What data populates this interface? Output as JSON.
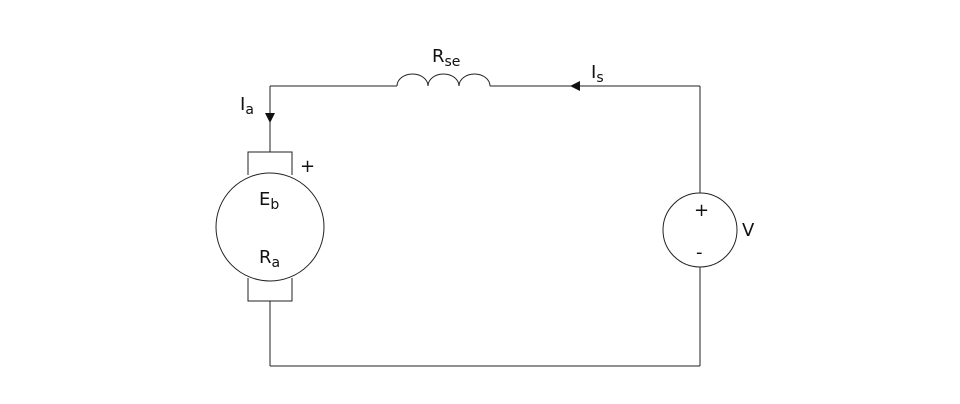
{
  "diagram": {
    "type": "circuit",
    "components": {
      "series_field": {
        "symbol": "R",
        "sub": "se"
      },
      "supply_current": {
        "symbol": "I",
        "sub": "s"
      },
      "armature_current": {
        "symbol": "I",
        "sub": "a"
      },
      "back_emf": {
        "symbol": "E",
        "sub": "b"
      },
      "armature_resistance": {
        "symbol": "R",
        "sub": "a"
      },
      "motor_polarity": "+",
      "source_plus": "+",
      "source_minus": "-",
      "source_label": "V"
    }
  }
}
